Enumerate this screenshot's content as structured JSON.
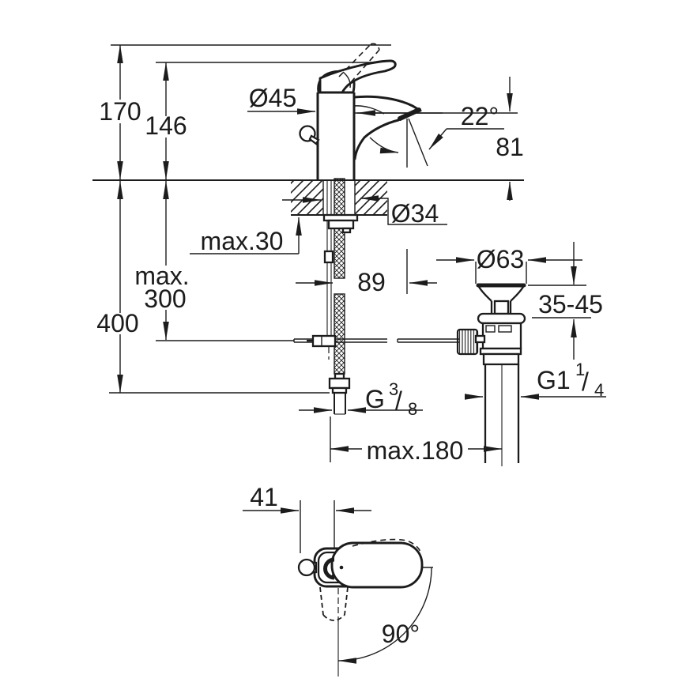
{
  "drawing_colors": {
    "line": "#1c1c1c",
    "background": "#ffffff"
  },
  "dims": {
    "d170": "170",
    "d146": "146",
    "dia45": "Ø45",
    "a22": "22°",
    "d81": "81",
    "max30": "max.30",
    "dia34": "Ø34",
    "max300_l1": "max.",
    "max300_l2": "300",
    "d400": "400",
    "d89": "89",
    "dia63": "Ø63",
    "r3545": "35-45",
    "g114": {
      "base": "G1",
      "num": "1",
      "slash": "/",
      "den": "4"
    },
    "g38": {
      "base": "G",
      "num": "3",
      "slash": "/",
      "den": "8"
    },
    "max180": "max.180",
    "d41": "41",
    "a90": "90°"
  }
}
